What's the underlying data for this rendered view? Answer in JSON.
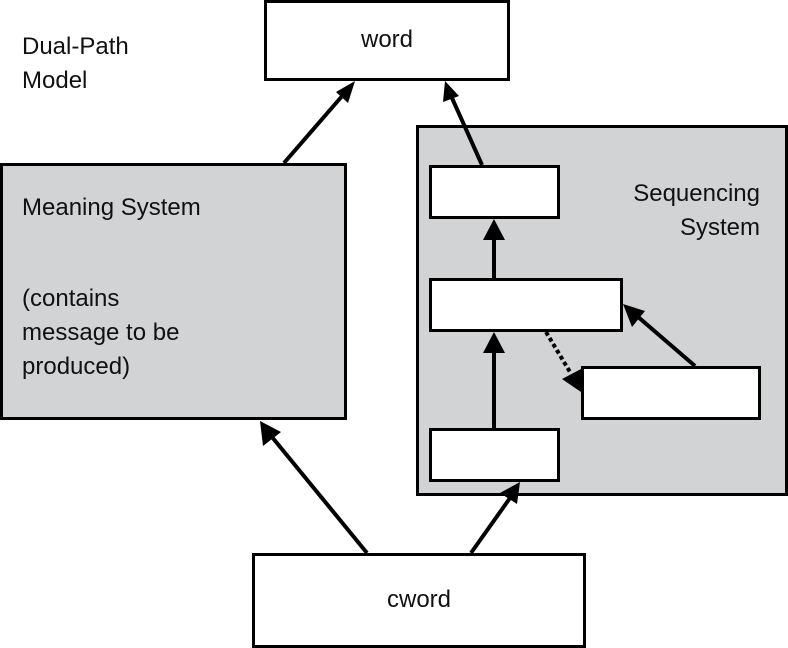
{
  "title": {
    "line1": "Dual-Path",
    "line2": "Model"
  },
  "nodes": {
    "word": {
      "label": "word"
    },
    "cword": {
      "label": "cword"
    },
    "meaning_system": {
      "title": "Meaning System",
      "desc_line1": "(contains",
      "desc_line2": "message to be",
      "desc_line3": "produced)"
    },
    "sequencing_system": {
      "title_line1": "Sequencing",
      "title_line2": "System"
    }
  },
  "colors": {
    "system_fill": "#d2d3d5",
    "stroke": "#000000",
    "node_fill": "#ffffff"
  },
  "edges": [
    {
      "from": "meaning_system",
      "to": "word",
      "style": "solid"
    },
    {
      "from": "seq_top_box",
      "to": "word",
      "style": "solid"
    },
    {
      "from": "cword",
      "to": "meaning_system",
      "style": "solid"
    },
    {
      "from": "cword",
      "to": "seq_bottom_box",
      "style": "solid"
    },
    {
      "from": "seq_bottom_box",
      "to": "seq_middle_box",
      "style": "solid"
    },
    {
      "from": "seq_middle_box",
      "to": "seq_top_box",
      "style": "solid"
    },
    {
      "from": "seq_right_box",
      "to": "seq_middle_box",
      "style": "solid"
    },
    {
      "from": "seq_middle_box",
      "to": "seq_right_box",
      "style": "dotted"
    }
  ]
}
